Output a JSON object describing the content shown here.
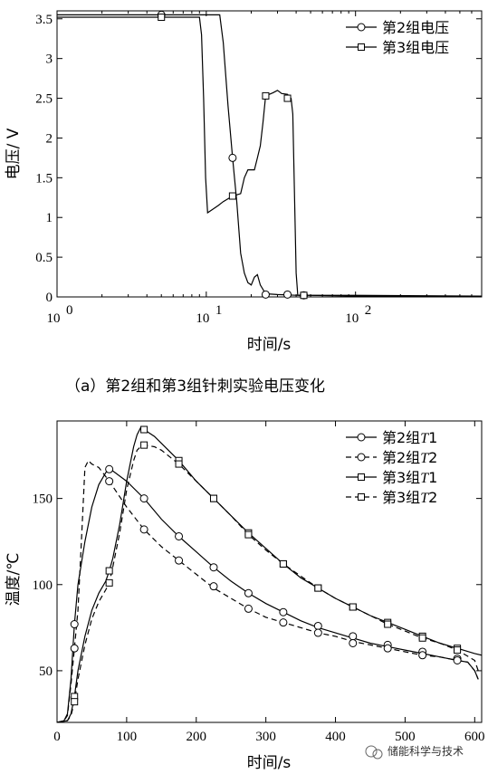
{
  "caption_a": "（a）第2组和第3组针刺实验电压变化",
  "watermark": "储能科学与技术",
  "chart_data": [
    {
      "type": "line",
      "xscale": "log",
      "xlim": [
        1,
        700
      ],
      "ylim": [
        0,
        3.6
      ],
      "xlabel": "时间/s",
      "ylabel": "电压/ V",
      "xticks": [
        1,
        10,
        100
      ],
      "xtick_labels": [
        {
          "base": "10",
          "exp": "0"
        },
        {
          "base": "10",
          "exp": "1"
        },
        {
          "base": "10",
          "exp": "2"
        }
      ],
      "yticks": [
        0,
        0.5,
        1,
        1.5,
        2,
        2.5,
        3,
        3.5
      ],
      "ytick_labels": [
        "0",
        "0.5",
        "1",
        "1.5",
        "2",
        "2.5",
        "3",
        "3.5"
      ],
      "legend_position": "top-right",
      "series": [
        {
          "name": "第2组电压",
          "marker": "circle",
          "dash": "solid",
          "points": [
            [
              1,
              3.55
            ],
            [
              5,
              3.55
            ],
            [
              10,
              3.55
            ],
            [
              12.3,
              3.55
            ],
            [
              13,
              3.2
            ],
            [
              14,
              2.4
            ],
            [
              15,
              1.75
            ],
            [
              16,
              1.2
            ],
            [
              17,
              0.55
            ],
            [
              18,
              0.3
            ],
            [
              19,
              0.18
            ],
            [
              20,
              0.15
            ],
            [
              21,
              0.25
            ],
            [
              22,
              0.28
            ],
            [
              23,
              0.15
            ],
            [
              25,
              0.04
            ],
            [
              30,
              0.03
            ],
            [
              40,
              0.02
            ],
            [
              45,
              0.02
            ],
            [
              100,
              0.02
            ],
            [
              700,
              0.01
            ]
          ],
          "marker_points": [
            [
              5,
              3.55
            ],
            [
              15,
              1.75
            ],
            [
              25,
              0.03
            ],
            [
              35,
              0.03
            ],
            [
              45,
              0.02
            ]
          ]
        },
        {
          "name": "第3组电压",
          "marker": "square",
          "dash": "solid",
          "points": [
            [
              1,
              3.52
            ],
            [
              5,
              3.52
            ],
            [
              9,
              3.52
            ],
            [
              9.3,
              3.3
            ],
            [
              9.6,
              2.5
            ],
            [
              9.9,
              1.5
            ],
            [
              10.2,
              1.06
            ],
            [
              11,
              1.1
            ],
            [
              12,
              1.15
            ],
            [
              13,
              1.2
            ],
            [
              15,
              1.27
            ],
            [
              17,
              1.3
            ],
            [
              18,
              1.5
            ],
            [
              19,
              1.6
            ],
            [
              21,
              1.6
            ],
            [
              22,
              1.75
            ],
            [
              23,
              1.9
            ],
            [
              24,
              2.2
            ],
            [
              25,
              2.53
            ],
            [
              28,
              2.57
            ],
            [
              30,
              2.6
            ],
            [
              32,
              2.56
            ],
            [
              35,
              2.55
            ],
            [
              37,
              2.5
            ],
            [
              38,
              2.3
            ],
            [
              40,
              0.3
            ],
            [
              41,
              0.02
            ],
            [
              45,
              0.02
            ],
            [
              100,
              0.01
            ],
            [
              700,
              0.01
            ]
          ],
          "marker_points": [
            [
              5,
              3.52
            ],
            [
              15,
              1.27
            ],
            [
              25,
              2.53
            ],
            [
              35,
              2.5
            ],
            [
              45,
              0.02
            ]
          ]
        }
      ]
    },
    {
      "type": "line",
      "xlim": [
        0,
        610
      ],
      "ylim": [
        20,
        195
      ],
      "xlabel": "时间/s",
      "ylabel": "温度/℃",
      "xticks": [
        0,
        100,
        200,
        300,
        400,
        500,
        600
      ],
      "xtick_labels": [
        "0",
        "100",
        "200",
        "300",
        "400",
        "500",
        "600"
      ],
      "yticks": [
        50,
        100,
        150
      ],
      "ytick_labels": [
        "50",
        "100",
        "150"
      ],
      "legend_position": "top-right",
      "series": [
        {
          "name_prefix": "第2组",
          "name_var": "T",
          "name_num": "1",
          "marker": "circle",
          "dash": "solid",
          "points": [
            [
              0,
              20
            ],
            [
              10,
              21
            ],
            [
              15,
              25
            ],
            [
              20,
              45
            ],
            [
              25,
              77
            ],
            [
              30,
              100
            ],
            [
              40,
              125
            ],
            [
              50,
              145
            ],
            [
              60,
              158
            ],
            [
              70,
              165
            ],
            [
              75,
              167
            ],
            [
              80,
              166
            ],
            [
              100,
              160
            ],
            [
              125,
              150
            ],
            [
              150,
              138
            ],
            [
              175,
              128
            ],
            [
              200,
              119
            ],
            [
              225,
              110
            ],
            [
              250,
              102
            ],
            [
              275,
              95
            ],
            [
              300,
              89
            ],
            [
              325,
              84
            ],
            [
              350,
              79
            ],
            [
              375,
              75
            ],
            [
              400,
              72
            ],
            [
              425,
              69
            ],
            [
              450,
              66
            ],
            [
              475,
              64
            ],
            [
              500,
              62
            ],
            [
              525,
              60
            ],
            [
              550,
              58
            ],
            [
              575,
              56
            ],
            [
              590,
              55
            ],
            [
              600,
              50
            ],
            [
              605,
              45
            ]
          ],
          "marker_points": [
            [
              25,
              77
            ],
            [
              75,
              167
            ],
            [
              125,
              150
            ],
            [
              175,
              128
            ],
            [
              225,
              110
            ],
            [
              275,
              95
            ],
            [
              325,
              84
            ],
            [
              375,
              76
            ],
            [
              425,
              70
            ],
            [
              475,
              65
            ],
            [
              525,
              61
            ],
            [
              575,
              57
            ]
          ]
        },
        {
          "name_prefix": "第2组",
          "name_var": "T",
          "name_num": "2",
          "marker": "circle",
          "dash": "dashed",
          "points": [
            [
              0,
              20
            ],
            [
              10,
              21
            ],
            [
              15,
              24
            ],
            [
              20,
              42
            ],
            [
              25,
              63
            ],
            [
              30,
              85
            ],
            [
              35,
              125
            ],
            [
              40,
              168
            ],
            [
              45,
              172
            ],
            [
              50,
              170
            ],
            [
              60,
              168
            ],
            [
              75,
              160
            ],
            [
              100,
              145
            ],
            [
              125,
              132
            ],
            [
              150,
              122
            ],
            [
              175,
              114
            ],
            [
              200,
              106
            ],
            [
              225,
              98
            ],
            [
              250,
              92
            ],
            [
              275,
              86
            ],
            [
              300,
              81
            ],
            [
              325,
              78
            ],
            [
              350,
              75
            ],
            [
              375,
              72
            ],
            [
              400,
              70
            ],
            [
              425,
              67
            ],
            [
              450,
              65
            ],
            [
              475,
              63
            ],
            [
              500,
              61
            ],
            [
              525,
              59
            ],
            [
              550,
              58
            ],
            [
              575,
              56
            ],
            [
              590,
              55
            ],
            [
              600,
              50
            ],
            [
              605,
              45
            ]
          ],
          "marker_points": [
            [
              25,
              63
            ],
            [
              75,
              160
            ],
            [
              125,
              132
            ],
            [
              175,
              114
            ],
            [
              225,
              99
            ],
            [
              275,
              86
            ],
            [
              325,
              78
            ],
            [
              375,
              72
            ],
            [
              425,
              66
            ],
            [
              475,
              63
            ],
            [
              525,
              59
            ],
            [
              575,
              56
            ]
          ]
        },
        {
          "name_prefix": "第3组",
          "name_var": "T",
          "name_num": "1",
          "marker": "square",
          "dash": "solid",
          "points": [
            [
              0,
              20
            ],
            [
              15,
              21
            ],
            [
              20,
              25
            ],
            [
              25,
              35
            ],
            [
              30,
              50
            ],
            [
              40,
              70
            ],
            [
              50,
              85
            ],
            [
              60,
              95
            ],
            [
              70,
              102
            ],
            [
              75,
              108
            ],
            [
              80,
              115
            ],
            [
              90,
              135
            ],
            [
              100,
              160
            ],
            [
              110,
              180
            ],
            [
              115,
              187
            ],
            [
              120,
              191
            ],
            [
              125,
              190
            ],
            [
              140,
              186
            ],
            [
              150,
              182
            ],
            [
              175,
              172
            ],
            [
              200,
              160
            ],
            [
              225,
              150
            ],
            [
              250,
              140
            ],
            [
              275,
              130
            ],
            [
              300,
              121
            ],
            [
              325,
              112
            ],
            [
              350,
              104
            ],
            [
              375,
              98
            ],
            [
              400,
              92
            ],
            [
              425,
              87
            ],
            [
              450,
              82
            ],
            [
              475,
              78
            ],
            [
              500,
              74
            ],
            [
              525,
              70
            ],
            [
              550,
              66
            ],
            [
              575,
              63
            ],
            [
              600,
              60
            ],
            [
              610,
              59
            ]
          ],
          "marker_points": [
            [
              25,
              35
            ],
            [
              75,
              108
            ],
            [
              125,
              190
            ],
            [
              175,
              172
            ],
            [
              225,
              150
            ],
            [
              275,
              130
            ],
            [
              325,
              112
            ],
            [
              375,
              98
            ],
            [
              425,
              87
            ],
            [
              475,
              78
            ],
            [
              525,
              70
            ],
            [
              575,
              63
            ]
          ]
        },
        {
          "name_prefix": "第3组",
          "name_var": "T",
          "name_num": "2",
          "marker": "square",
          "dash": "dashed",
          "points": [
            [
              0,
              20
            ],
            [
              15,
              21
            ],
            [
              20,
              24
            ],
            [
              25,
              32
            ],
            [
              30,
              45
            ],
            [
              40,
              65
            ],
            [
              50,
              80
            ],
            [
              60,
              90
            ],
            [
              70,
              97
            ],
            [
              75,
              101
            ],
            [
              80,
              110
            ],
            [
              90,
              130
            ],
            [
              100,
              155
            ],
            [
              110,
              172
            ],
            [
              115,
              178
            ],
            [
              120,
              180
            ],
            [
              125,
              181
            ],
            [
              140,
              180
            ],
            [
              150,
              178
            ],
            [
              175,
              170
            ],
            [
              200,
              160
            ],
            [
              225,
              150
            ],
            [
              250,
              140
            ],
            [
              275,
              129
            ],
            [
              300,
              120
            ],
            [
              325,
              112
            ],
            [
              350,
              105
            ],
            [
              375,
              98
            ],
            [
              400,
              92
            ],
            [
              425,
              87
            ],
            [
              450,
              82
            ],
            [
              475,
              77
            ],
            [
              500,
              73
            ],
            [
              525,
              69
            ],
            [
              550,
              66
            ],
            [
              575,
              62
            ],
            [
              600,
              56
            ],
            [
              605,
              50
            ]
          ],
          "marker_points": [
            [
              25,
              32
            ],
            [
              75,
              101
            ],
            [
              125,
              181
            ],
            [
              175,
              170
            ],
            [
              225,
              150
            ],
            [
              275,
              129
            ],
            [
              325,
              112
            ],
            [
              375,
              98
            ],
            [
              425,
              87
            ],
            [
              475,
              77
            ],
            [
              525,
              69
            ],
            [
              575,
              62
            ]
          ]
        }
      ]
    }
  ]
}
